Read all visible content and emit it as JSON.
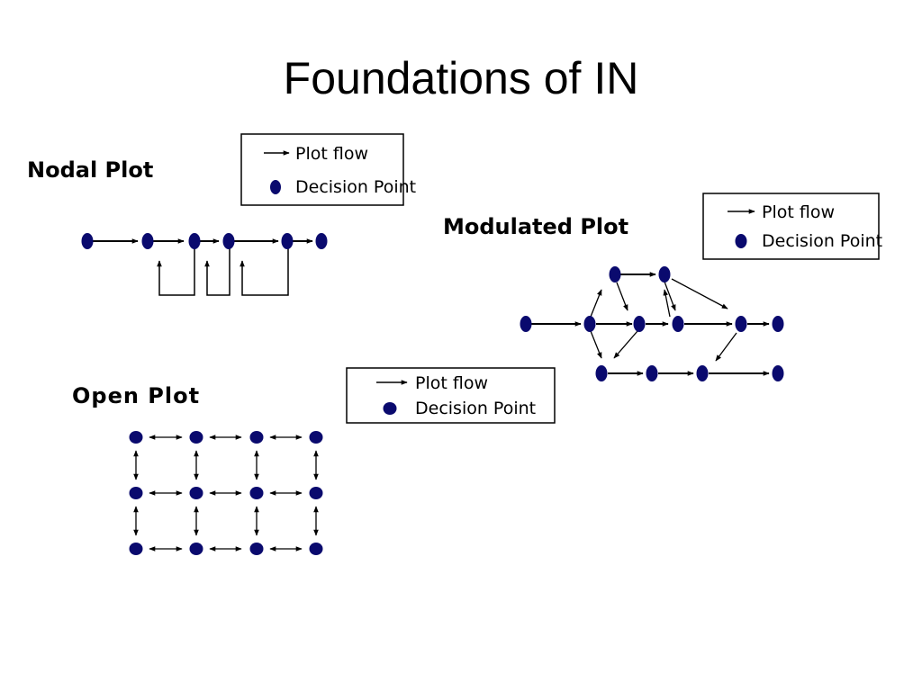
{
  "slide": {
    "title": "Foundations of IN"
  },
  "colors": {
    "node": "#0a0a6e",
    "line": "#000000",
    "legend_border": "#000000"
  },
  "legend": {
    "flow_label": "Plot flow",
    "decision_label": "Decision Point"
  },
  "diagrams": {
    "nodal": {
      "heading": "Nodal Plot"
    },
    "modulated": {
      "heading": "Modulated Plot"
    },
    "open": {
      "heading": "Open Plot"
    }
  }
}
